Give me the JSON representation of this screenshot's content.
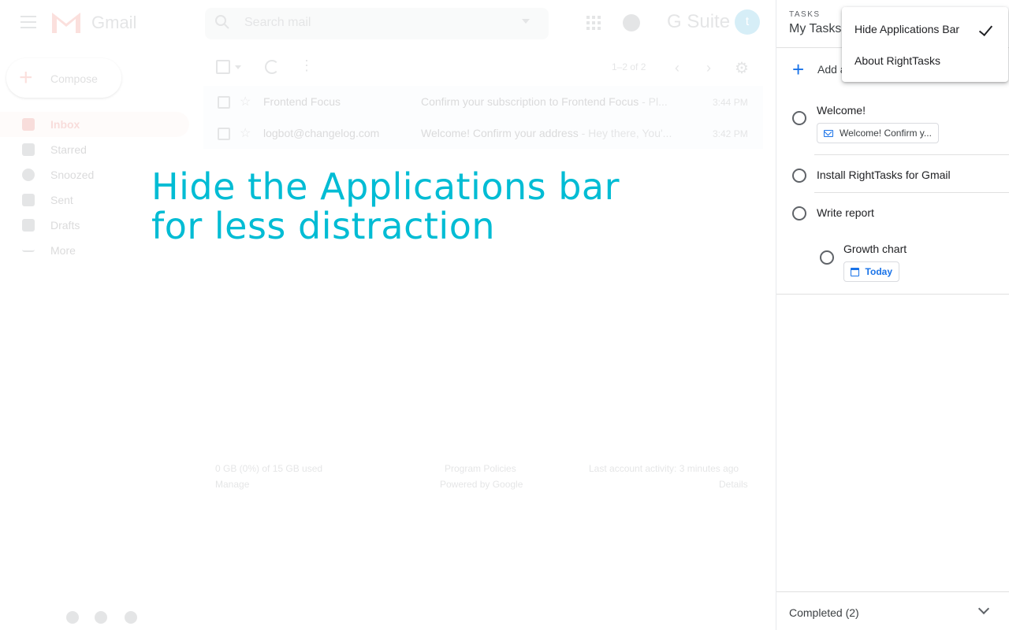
{
  "gmail": {
    "app_name": "Gmail",
    "search_placeholder": "Search mail",
    "suite_label": "G Suite",
    "avatar_letter": "t",
    "compose_label": "Compose",
    "nav": [
      {
        "label": "Inbox",
        "active": true
      },
      {
        "label": "Starred"
      },
      {
        "label": "Snoozed"
      },
      {
        "label": "Sent"
      },
      {
        "label": "Drafts"
      },
      {
        "label": "More"
      }
    ],
    "page_count": "1–2 of 2",
    "emails": [
      {
        "sender": "Frontend Focus",
        "subject": "Confirm your subscription to Frontend Focus",
        "snippet": " - Pl...",
        "time": "3:44 PM"
      },
      {
        "sender": "logbot@changelog.com",
        "subject": "Welcome! Confirm your address",
        "snippet": " - Hey there, You'...",
        "time": "3:42 PM"
      }
    ],
    "footer": {
      "storage": "0 GB (0%) of 15 GB used",
      "manage": "Manage",
      "policies": "Program Policies",
      "powered": "Powered by Google",
      "activity": "Last account activity: 3 minutes ago",
      "details": "Details"
    }
  },
  "headline": {
    "line1": "Hide the Applications bar",
    "line2": "for less distraction"
  },
  "tasks": {
    "section_label": "TASKS",
    "list_title": "My Tasks",
    "add_label": "Add a",
    "items": [
      {
        "title": "Welcome!",
        "chip": "Welcome! Confirm y..."
      },
      {
        "title": "Install RightTasks for Gmail"
      },
      {
        "title": "Write report"
      },
      {
        "title": "Growth chart",
        "chip": "Today"
      }
    ],
    "completed_label": "Completed (2)"
  },
  "menu": {
    "items": [
      "Hide Applications Bar",
      "About RightTasks"
    ]
  }
}
